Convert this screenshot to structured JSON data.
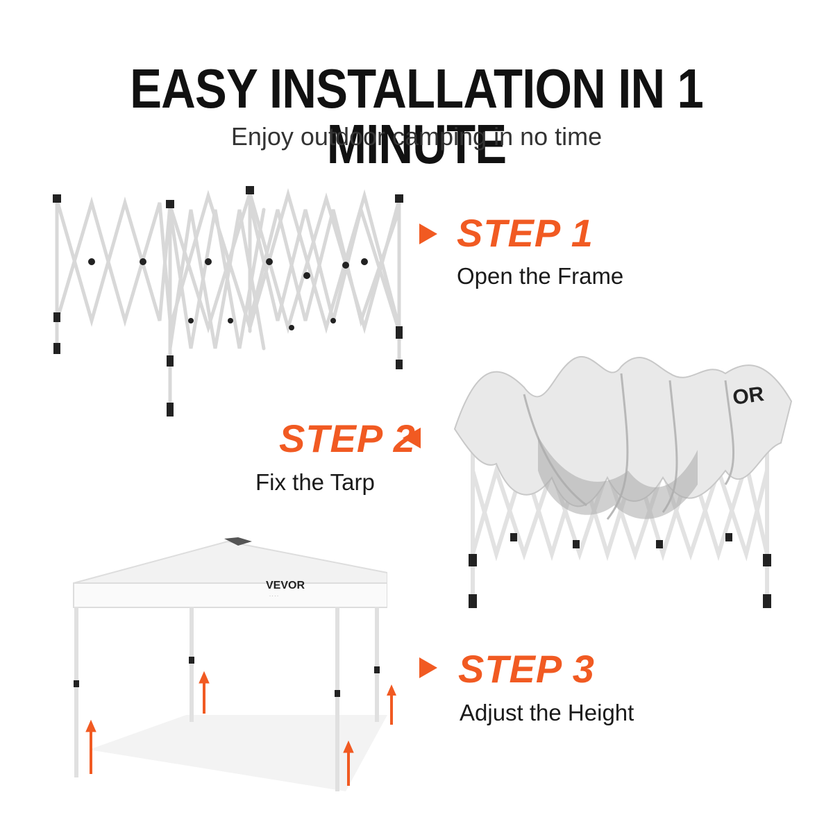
{
  "headline": "EASY INSTALLATION IN 1 MINUTE",
  "subheadline": "Enjoy outdoor camping in no time",
  "accent_color": "#f15a22",
  "brand": "VEVOR",
  "steps": [
    {
      "title": "STEP 1",
      "description": "Open the Frame",
      "arrow": "right-triangle-icon"
    },
    {
      "title": "STEP 2",
      "description": "Fix the Tarp",
      "arrow": "left-triangle-icon"
    },
    {
      "title": "STEP 3",
      "description": "Adjust the Height",
      "arrow": "right-triangle-icon"
    }
  ]
}
